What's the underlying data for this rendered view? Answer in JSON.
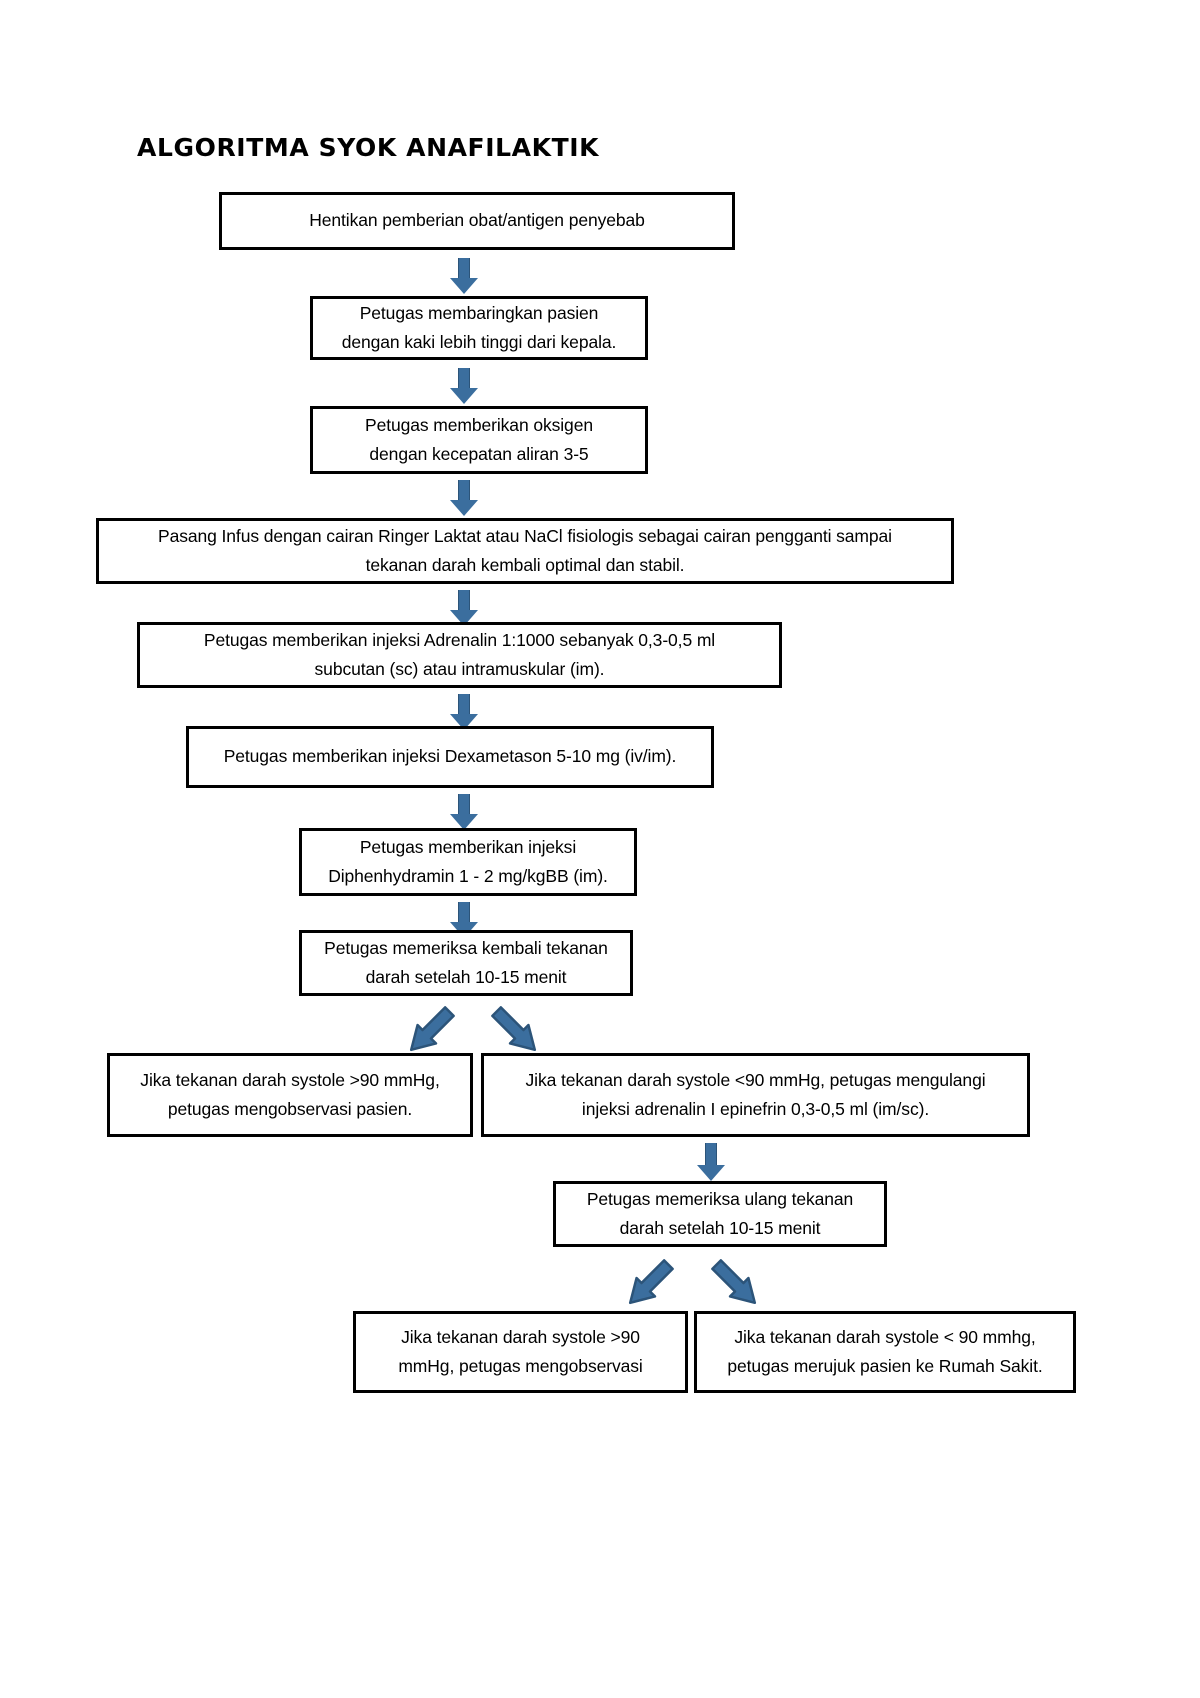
{
  "document": {
    "title": "ALGORITMA SYOK ANAFILAKTIK",
    "language": "id",
    "page_background": "#ffffff",
    "box_border_color": "#000000",
    "arrow_color": "#3b6e9e"
  },
  "flowchart": {
    "type": "flowchart",
    "orientation": "top-to-bottom",
    "nodes": [
      {
        "id": "n1",
        "label": "Hentikan pemberian obat/antigen penyebab"
      },
      {
        "id": "n2",
        "label": "Petugas membaringkan pasien\ndengan kaki lebih tinggi dari kepala."
      },
      {
        "id": "n3",
        "label": "Petugas memberikan oksigen\ndengan kecepatan aliran 3-5"
      },
      {
        "id": "n4",
        "label": "Pasang Infus dengan cairan Ringer Laktat atau NaCl fisiologis sebagai cairan pengganti sampai\ntekanan darah kembali optimal dan stabil."
      },
      {
        "id": "n5",
        "label": "Petugas memberikan injeksi Adrenalin 1:1000 sebanyak 0,3-0,5 ml\nsubcutan (sc) atau intramuskular (im)."
      },
      {
        "id": "n6",
        "label": "Petugas memberikan injeksi Dexametason 5-10 mg (iv/im)."
      },
      {
        "id": "n7",
        "label": "Petugas memberikan injeksi\nDiphenhydramin 1 - 2 mg/kgBB (im)."
      },
      {
        "id": "n8",
        "label": "Petugas memeriksa kembali tekanan\ndarah setelah 10-15 menit"
      },
      {
        "id": "n9",
        "label": "Jika tekanan darah systole >90 mmHg,\npetugas mengobservasi pasien."
      },
      {
        "id": "n10",
        "label": "Jika tekanan darah systole <90 mmHg, petugas mengulangi\ninjeksi adrenalin I epinefrin 0,3-0,5 ml (im/sc)."
      },
      {
        "id": "n11",
        "label": "Petugas memeriksa ulang tekanan\ndarah setelah 10-15 menit"
      },
      {
        "id": "n12",
        "label": "Jika tekanan darah systole >90\nmmHg, petugas mengobservasi"
      },
      {
        "id": "n13",
        "label": "Jika tekanan darah systole  < 90 mmhg,\npetugas merujuk pasien ke Rumah Sakit."
      }
    ],
    "edges": [
      {
        "id": "e1",
        "from": "n1",
        "to": "n2",
        "style": "arrow-down"
      },
      {
        "id": "e2",
        "from": "n2",
        "to": "n3",
        "style": "arrow-down"
      },
      {
        "id": "e3",
        "from": "n3",
        "to": "n4",
        "style": "arrow-down"
      },
      {
        "id": "e4",
        "from": "n4",
        "to": "n5",
        "style": "arrow-down"
      },
      {
        "id": "e5",
        "from": "n5",
        "to": "n6",
        "style": "arrow-down"
      },
      {
        "id": "e6",
        "from": "n6",
        "to": "n7",
        "style": "arrow-down"
      },
      {
        "id": "e7",
        "from": "n7",
        "to": "n8",
        "style": "arrow-down"
      },
      {
        "id": "e8",
        "from": "n8",
        "to": "n9",
        "style": "arrow-diagonal-left"
      },
      {
        "id": "e9",
        "from": "n8",
        "to": "n10",
        "style": "arrow-diagonal-right"
      },
      {
        "id": "e10",
        "from": "n10",
        "to": "n11",
        "style": "arrow-down"
      },
      {
        "id": "e11",
        "from": "n11",
        "to": "n12",
        "style": "arrow-diagonal-left"
      },
      {
        "id": "e12",
        "from": "n11",
        "to": "n13",
        "style": "arrow-diagonal-right"
      }
    ]
  }
}
